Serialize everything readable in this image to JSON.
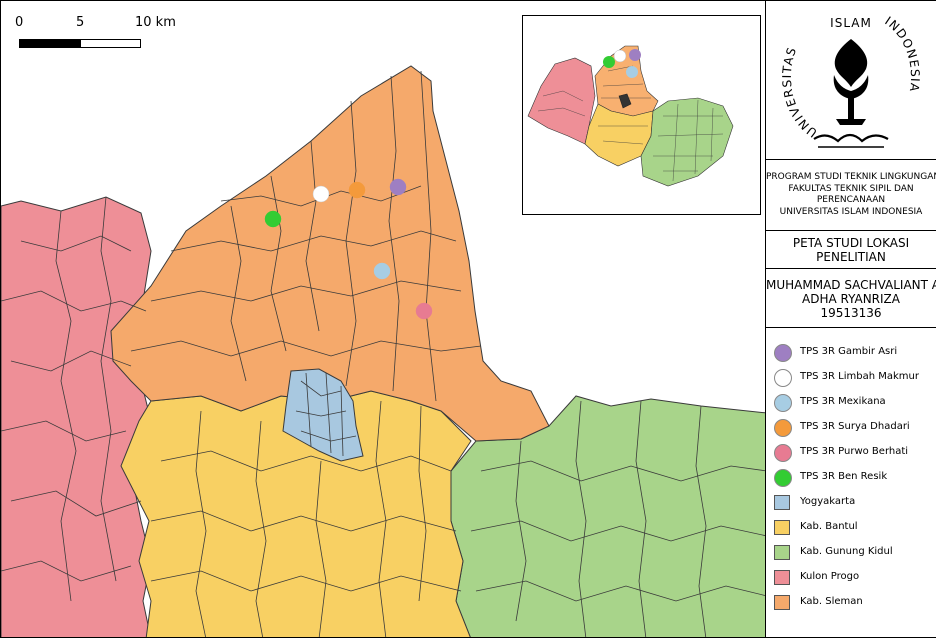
{
  "scalebar": {
    "labels": [
      "0",
      "5",
      "10 km"
    ]
  },
  "logo": {
    "arc_left": "UNIVERSITAS",
    "arc_top": "ISLAM",
    "arc_right": "INDONESIA"
  },
  "program": {
    "lines": [
      "PROGRAM STUDI TEKNIK LINGKUNGAN",
      "FAKULTAS TEKNIK SIPIL DAN",
      "PERENCANAAN",
      "UNIVERSITAS ISLAM INDONESIA"
    ]
  },
  "map_title": {
    "lines": [
      "PETA STUDI LOKASI",
      "PENELITIAN"
    ]
  },
  "author": {
    "lines": [
      "MUHAMMAD SACHVALIANT A",
      "ADHA RYANRIZA",
      "19513136"
    ]
  },
  "colors": {
    "sleman": "#f5a96b",
    "bantul": "#f8d063",
    "gunung_kidul": "#a8d48a",
    "kulon_progo": "#ee8f97",
    "yogyakarta": "#a8c8e0",
    "gambir_asri": "#9e7fc2",
    "limbah_makmur": "#ffffff",
    "mexikana": "#a7cde3",
    "surya_dhadari": "#f49a3b",
    "purwo_berhati": "#e77b92",
    "ben_resik": "#33cc33"
  },
  "legend": [
    {
      "label": "TPS 3R Gambir Asri",
      "shape": "circle",
      "color": "#9e7fc2"
    },
    {
      "label": "TPS 3R Limbah Makmur",
      "shape": "circle",
      "color": "#ffffff"
    },
    {
      "label": "TPS 3R Mexikana",
      "shape": "circle",
      "color": "#a7cde3"
    },
    {
      "label": "TPS 3R Surya Dhadari",
      "shape": "circle",
      "color": "#f49a3b"
    },
    {
      "label": "TPS 3R Purwo Berhati",
      "shape": "circle",
      "color": "#e77b92"
    },
    {
      "label": "TPS 3R Ben Resik",
      "shape": "circle",
      "color": "#33cc33"
    },
    {
      "label": "Yogyakarta",
      "shape": "rect",
      "color": "#a8c8e0"
    },
    {
      "label": "Kab. Bantul",
      "shape": "rect",
      "color": "#f8d063"
    },
    {
      "label": "Kab. Gunung Kidul",
      "shape": "rect",
      "color": "#a8d48a"
    },
    {
      "label": "Kulon Progo",
      "shape": "rect",
      "color": "#ee8f97"
    },
    {
      "label": "Kab. Sleman",
      "shape": "rect",
      "color": "#f5a96b"
    }
  ]
}
